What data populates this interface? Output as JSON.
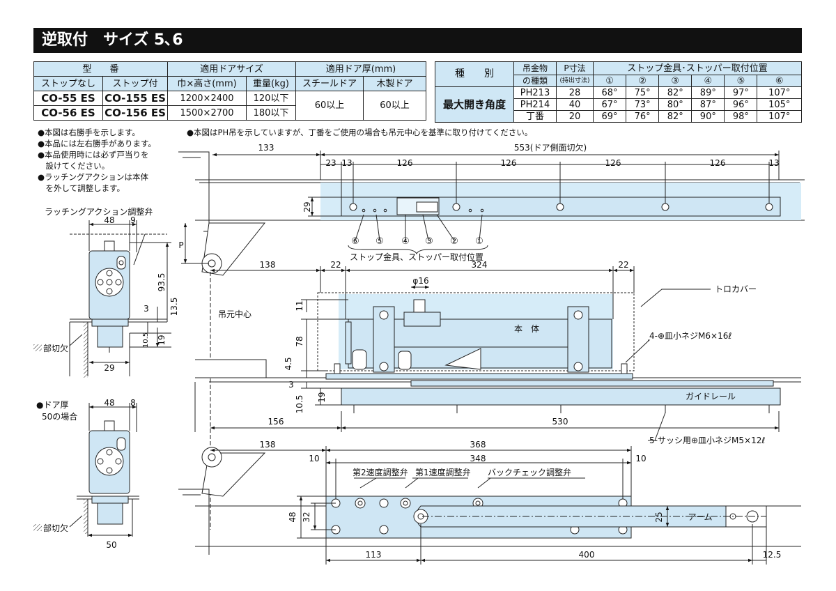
{
  "title": "逆取付　サイズ 5､6",
  "table1": {
    "h_model": "型　　番",
    "h_door_size": "適用ドアサイズ",
    "h_door_thickness": "適用ドア厚(mm)",
    "h_without_stop": "ストップなし",
    "h_with_stop": "ストップ付",
    "h_wh": "巾×高さ(mm)",
    "h_weight": "重量(kg)",
    "h_steel": "スチールドア",
    "h_wood": "木製ドア",
    "rows": [
      {
        "no_stop": "CO-55 ES",
        "stop": "CO-155 ES",
        "wh": "1200×2400",
        "weight": "120以下"
      },
      {
        "no_stop": "CO-56 ES",
        "stop": "CO-156 ES",
        "wh": "1500×2700",
        "weight": "180以下"
      }
    ],
    "steel": "60以上",
    "wood": "60以上"
  },
  "table2": {
    "h_type": "種　　別",
    "h_hinge_a": "吊金物",
    "h_hinge_b": "の種類",
    "h_p_a": "P寸法",
    "h_p_b": "(持出寸法)",
    "h_stop_pos": "ストップ金具･ストッパー取付位置",
    "positions": [
      "①",
      "②",
      "③",
      "④",
      "⑤",
      "⑥"
    ],
    "row_label": "最大開き角度",
    "rows": [
      {
        "hinge": "PH213",
        "p": "28",
        "angles": [
          "68°",
          "75°",
          "82°",
          "89°",
          "97°",
          "107°"
        ]
      },
      {
        "hinge": "PH214",
        "p": "40",
        "angles": [
          "67°",
          "73°",
          "80°",
          "87°",
          "96°",
          "105°"
        ]
      },
      {
        "hinge": "丁番",
        "p": "20",
        "angles": [
          "69°",
          "76°",
          "82°",
          "90°",
          "98°",
          "107°"
        ]
      }
    ]
  },
  "notes": [
    "●本図は右勝手を示します。",
    "●本品には左右勝手があります。",
    "●本品使用時には必ず戸当りを",
    "　設けてください。",
    "●ラッチングアクションは本体",
    "　を外して調整します。"
  ],
  "main_note": "●本図はPH吊を示していますが、丁番をご使用の場合も吊元中心を基準に取り付けてください。",
  "labels": {
    "latching_valve": "ラッチングアクション調整弁",
    "cutout": "部切欠",
    "door50_a": "●ドア厚",
    "door50_b": "50の場合",
    "stop_positions": "ストップ金具、ストッパー取付位置",
    "hinge_center": "吊元中心",
    "tray_cover": "トロカバー",
    "body": "本　体",
    "screw_m6": "4-⊕皿小ネジM6×16ℓ",
    "guide_rail": "ガイドレール",
    "screw_m5": "5-サッシ用⊕皿小ネジM5×12ℓ",
    "speed2": "第2速度調整弁",
    "speed1": "第1速度調整弁",
    "backcheck": "バックチェック調整弁",
    "arm": "アーム",
    "p": "P"
  },
  "dims": {
    "d133": "133",
    "d553": "553(ドア側面切欠)",
    "d23": "23",
    "d13a": "13",
    "d126a": "126",
    "d126b": "126",
    "d126c": "126",
    "d126d": "126",
    "d13b": "13",
    "d29": "29",
    "d48a": "48",
    "d9": "9",
    "d935": "93.5",
    "d3a": "3",
    "d135": "13.5",
    "d105a": "10.5",
    "d19a": "19",
    "d29b": "29",
    "d48b": "48",
    "d8": "8",
    "d50": "50",
    "d138a": "138",
    "d22a": "22",
    "d324": "324",
    "d22b": "22",
    "phi16": "φ16",
    "d11": "11",
    "d78": "78",
    "d45": "4.5",
    "d3b": "3",
    "d105b": "10.5",
    "d19b": "19",
    "d156": "156",
    "d530": "530",
    "d138b": "138",
    "d368": "368",
    "d10a": "10",
    "d348": "348",
    "d10b": "10",
    "d48c": "48",
    "d32": "32",
    "d25": "25",
    "d113": "113",
    "d400": "400",
    "d125": "12.5"
  },
  "circ": [
    "⑥",
    "⑤",
    "④",
    "③",
    "②",
    "①"
  ]
}
